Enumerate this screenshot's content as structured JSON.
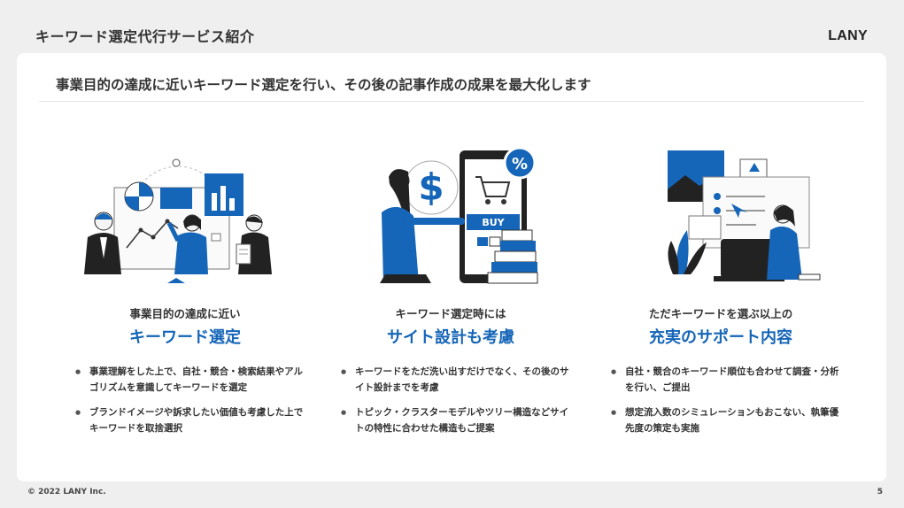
{
  "header": {
    "title": "キーワード選定代行サービス紹介",
    "logo": "LANY"
  },
  "lead": "事業目的の達成に近いキーワード選定を行い、その後の記事作成の成果を最大化します",
  "columns": [
    {
      "sub": "事業目的の達成に近い",
      "main": "キーワード選定",
      "bullets": [
        "事業理解をした上で、自社・競合・検索結果やアルゴリズムを意識してキーワードを選定",
        "ブランドイメージや訴求したい価値も考慮した上でキーワードを取捨選択"
      ]
    },
    {
      "sub": "キーワード選定時には",
      "main": "サイト設計も考慮",
      "bullets": [
        "キーワードをただ洗い出すだけでなく、その後のサイト設計までを考慮",
        "トピック・クラスターモデルやツリー構造などサイトの特性に合わせた構造もご提案"
      ]
    },
    {
      "sub": "ただキーワードを選ぶ以上の",
      "main": "充実のサポート内容",
      "bullets": [
        "自社・競合のキーワード順位も合わせて調査・分析を行い、ご提出",
        "想定流入数のシミュレーションもおこない、執筆優先度の策定も実施"
      ]
    }
  ],
  "illustration2": {
    "percent": "%",
    "buy": "BUY",
    "dollar": "$"
  },
  "footer": {
    "copyright": "© 2022 LANY Inc.",
    "page": "5"
  },
  "colors": {
    "accent": "#1565b8",
    "text": "#333333",
    "background": "#efefef",
    "card": "#ffffff"
  }
}
